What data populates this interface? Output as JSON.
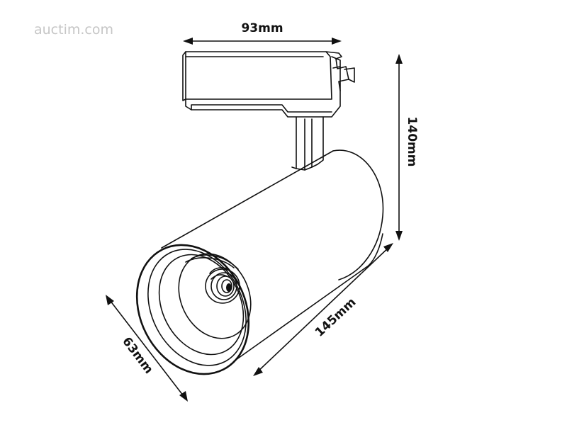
{
  "watermark": "auctim.com",
  "dimensions": {
    "width": "93mm",
    "height": "140mm",
    "length": "145mm",
    "diameter": "63mm"
  },
  "colors": {
    "line": "#111111",
    "watermark": "#c6c6c6",
    "background": "#ffffff"
  }
}
